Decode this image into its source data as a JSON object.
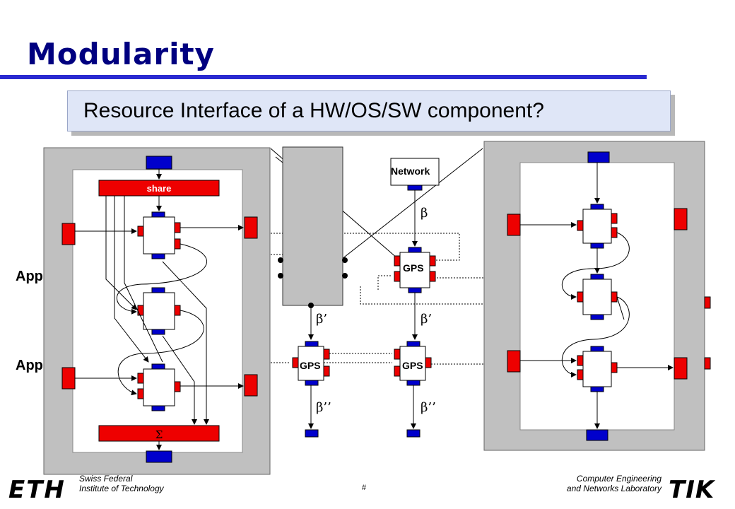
{
  "slide": {
    "title": "Modularity",
    "callout": "Resource Interface of a HW/OS/SW component?",
    "app_label_1": "App",
    "app_label_2": "App",
    "page_number": "#"
  },
  "diagram": {
    "share_label": "share",
    "sum_label": "Σ",
    "network_label": "Network",
    "gps_label": "GPS",
    "beta": "β",
    "beta_prime": "β’",
    "beta_double": "β’’"
  },
  "footer": {
    "left_line1": "Swiss Federal",
    "left_line2": "Institute of Technology",
    "right_line1": "Computer Engineering",
    "right_line2": "and Networks Laboratory",
    "left_logo": "ETH",
    "right_logo": "TIK"
  },
  "colors": {
    "title": "#000080",
    "port_blue": "#0000cc",
    "port_red": "#ee0000",
    "panel_gray": "#c0c0c0"
  }
}
